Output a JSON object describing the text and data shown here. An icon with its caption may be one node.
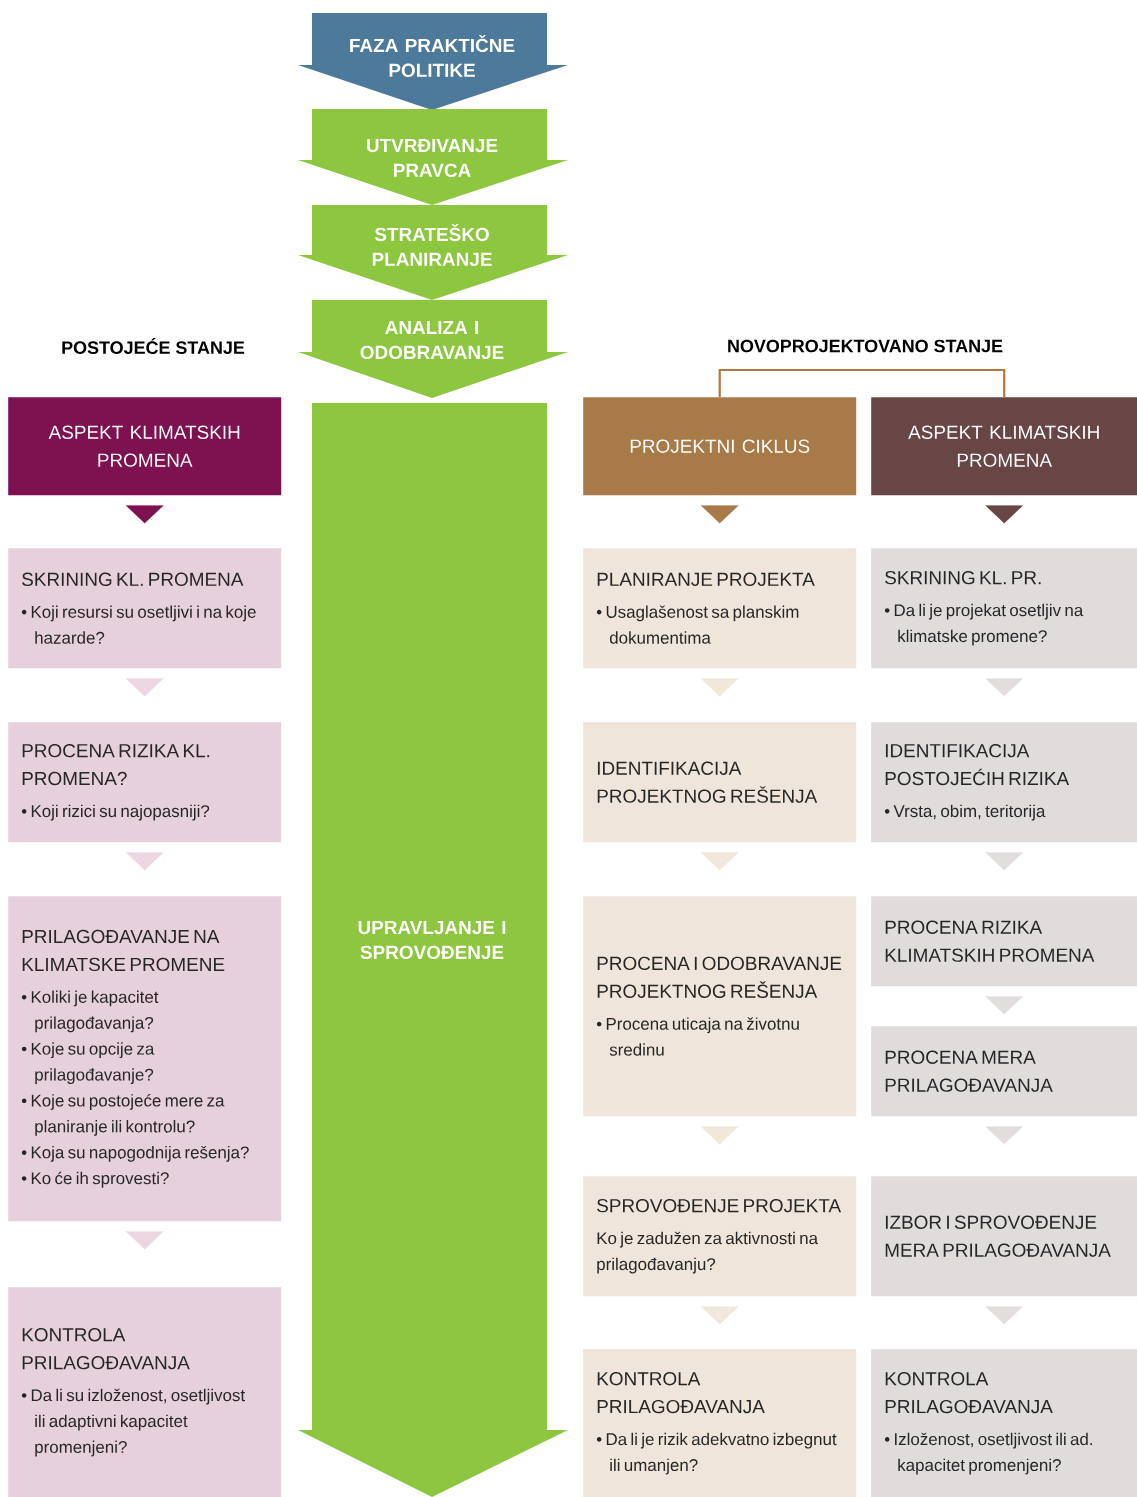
{
  "diagram": {
    "nodes": [
      {
        "text": [
          "FAZA PRAKTIČNE POLITIKE"
        ]
      },
      {
        "text": [
          "UTVRĐIVANJE PRAVCA"
        ]
      },
      {
        "text": [
          "STRATEŠKO PLANIRANJE"
        ]
      },
      {
        "text": [
          "ANALIZA I ODOBRAVANJE"
        ]
      },
      {
        "text": [
          "UPRAVLJANJE I SPROVOĐENJE"
        ]
      },
      {
        "text": [
          "ASPEKT KLIMATSKIH PROMENA"
        ]
      },
      {
        "text": [
          "SKRINING KL. PROMENA",
          "• Koji resursi su osetljivi i na koje hazarde?"
        ]
      },
      {
        "text": [
          "PROCENA RIZIKA KL. PROMENA?",
          "• Koji rizici su najopasniji?"
        ]
      },
      {
        "text": [
          "PRILAGOĐAVANJE NA KLIMATSKE PROMENE",
          "• Koliki je kapacitet prilagođavanja?",
          "• Koje su opcije za prilagođavanje?",
          "• Koje su postojeće mere za planiranje ili kontrolu?",
          "• Koja su napogodnija rešenja?",
          "• Ko će ih sprovesti?"
        ]
      },
      {
        "text": [
          "KONTROLA PRILAGOĐAVANJA",
          "• Da li su izloženost, osetljivost ili adaptivni kapacitet promenjeni?"
        ]
      },
      {
        "text": [
          "PROJEKTNI CIKLUS"
        ]
      },
      {
        "text": [
          "PLANIRANJE PROJEKTA",
          "• Usaglašenost sa planskim dokumentima"
        ]
      },
      {
        "text": [
          "IDENTIFIKACIJA PROJEKTNOG REŠENJA"
        ]
      },
      {
        "text": [
          "PROCENA I ODOBRAVANJE PROJEKTNOG REŠENJA",
          "• Procena uticaja na životnu sredinu"
        ]
      },
      {
        "text": [
          "SPROVOĐENJE PROJEKTA",
          "Ko je zadužen za aktivnosti na prilagođavanju?"
        ]
      },
      {
        "text": [
          "KONTROLA PRILAGOĐAVANJA",
          "• Da li je rizik adekvatno izbegnut ili umanjen?"
        ]
      },
      {
        "text": [
          "ASPEKT KLIMATSKIH PROMENA"
        ]
      },
      {
        "text": [
          "SKRINING KL. PR.",
          "• Da li je projekat osetljiv na klimatske promene?"
        ]
      },
      {
        "text": [
          "IDENTIFIKACIJA POSTOJEĆIH RIZIKA",
          "• Vrsta, obim, teritorija"
        ]
      },
      {
        "text": [
          "PROCENA RIZIKA KLIMATSKIH PROMENA"
        ]
      },
      {
        "text": [
          "PROCENA MERA PRILAGOĐAVANJA"
        ]
      },
      {
        "text": [
          "IZBOR I SPROVOĐENJE MERA PRILAGOĐAVANJA"
        ]
      },
      {
        "text": [
          "KONTROLA PRILAGOĐAVANJA",
          "• Izloženost, osetljivost ili ad. kapacitet promenjeni?"
        ]
      }
    ],
    "edges": [
      {
        "from": 5,
        "to": 6,
        "arrow": "to",
        "color": "#7e1150"
      },
      {
        "from": 6,
        "to": 7,
        "arrow": "to",
        "color": "#ecd6e2"
      },
      {
        "from": 7,
        "to": 8,
        "arrow": "to",
        "color": "#ecd6e2"
      },
      {
        "from": 8,
        "to": 9,
        "arrow": "to",
        "color": "#ecd6e2"
      },
      {
        "from": 10,
        "to": 11,
        "arrow": "to",
        "color": "#a77a47"
      },
      {
        "from": 11,
        "to": 12,
        "arrow": "to",
        "color": "#f1e7dc"
      },
      {
        "from": 12,
        "to": 13,
        "arrow": "to",
        "color": "#f1e7dc"
      },
      {
        "from": 13,
        "to": 14,
        "arrow": "to",
        "color": "#f1e7dc"
      },
      {
        "from": 14,
        "to": 15,
        "arrow": "to",
        "color": "#f1e7dc"
      },
      {
        "from": 16,
        "to": 17,
        "arrow": "to",
        "color": "#684646"
      },
      {
        "from": 17,
        "to": 18,
        "arrow": "to",
        "color": "#e2dede"
      },
      {
        "from": 18,
        "to": 19,
        "arrow": "to",
        "color": "#e2dede"
      },
      {
        "from": 19,
        "to": 20,
        "arrow": "to",
        "color": "#e2dede"
      },
      {
        "from": 20,
        "to": 21,
        "arrow": "to",
        "color": "#e2dede"
      },
      {
        "from": 21,
        "to": 22,
        "arrow": "to",
        "color": "#e2dede"
      },
      {
        "from": 10,
        "to": 16,
        "arrow": "none",
        "color": "#b0793f"
      }
    ],
    "labels": [
      "POSTOJEĆE STANJE",
      "NOVOPROJEKTOVANO STANJE"
    ]
  }
}
